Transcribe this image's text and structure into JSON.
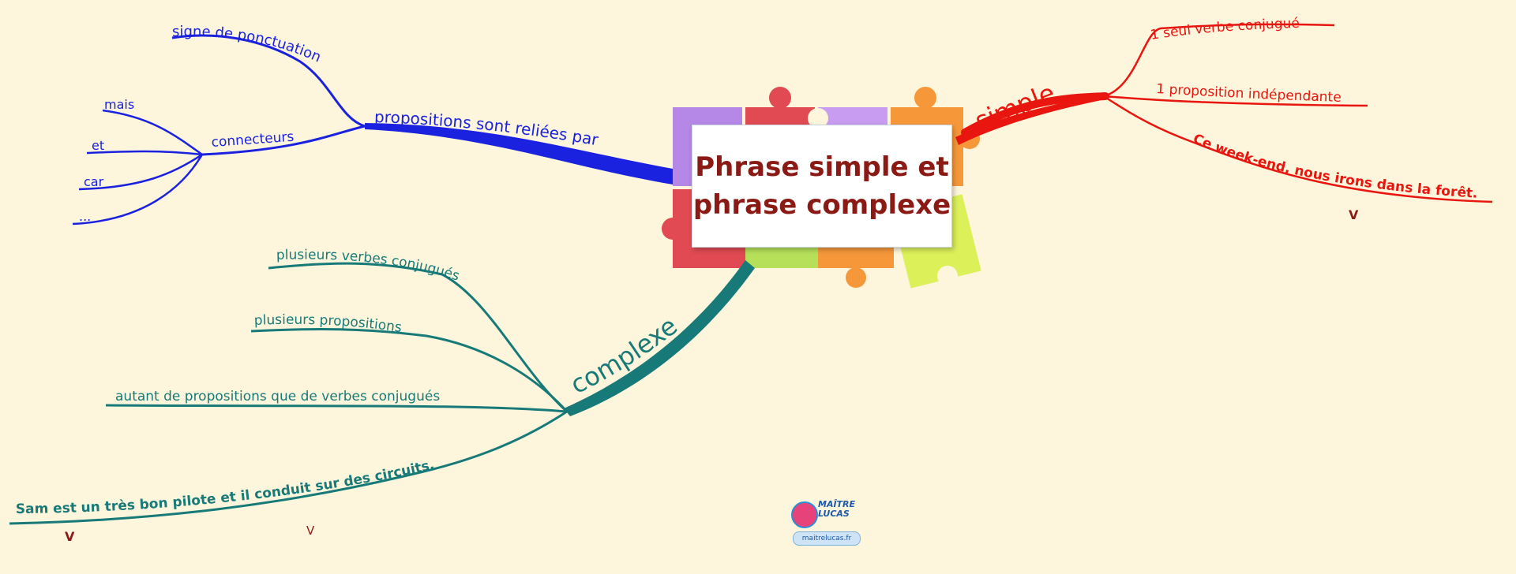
{
  "title": {
    "line1": "Phrase simple et",
    "line2": "phrase complexe"
  },
  "branches": {
    "simple": {
      "label": "simple",
      "color": "#e8160f",
      "items": [
        "1 seul verbe conjugué",
        "1 proposition indépendante",
        "Ce week-end, nous irons dans la forêt."
      ],
      "verb_marker": "V"
    },
    "reliees": {
      "label": "propositions sont reliées par",
      "color": "#1a22e0",
      "ponctuation": "signe de ponctuation",
      "connecteurs": {
        "label": "connecteurs",
        "items": [
          "mais",
          "et",
          "car",
          "..."
        ]
      }
    },
    "complexe": {
      "label": "complexe",
      "color": "#177a78",
      "items": [
        "plusieurs verbes conjugués",
        "plusieurs propositions",
        "autant de propositions que de verbes conjugués",
        "Sam est un très bon pilote et il conduit sur des circuits."
      ],
      "verb_markers": [
        "V",
        "V"
      ]
    }
  },
  "logo": {
    "name_line1": "MAÎTRE",
    "name_line2": "LUCAS",
    "url": "maitrelucas.fr"
  },
  "marker_color": "#8b1a14"
}
